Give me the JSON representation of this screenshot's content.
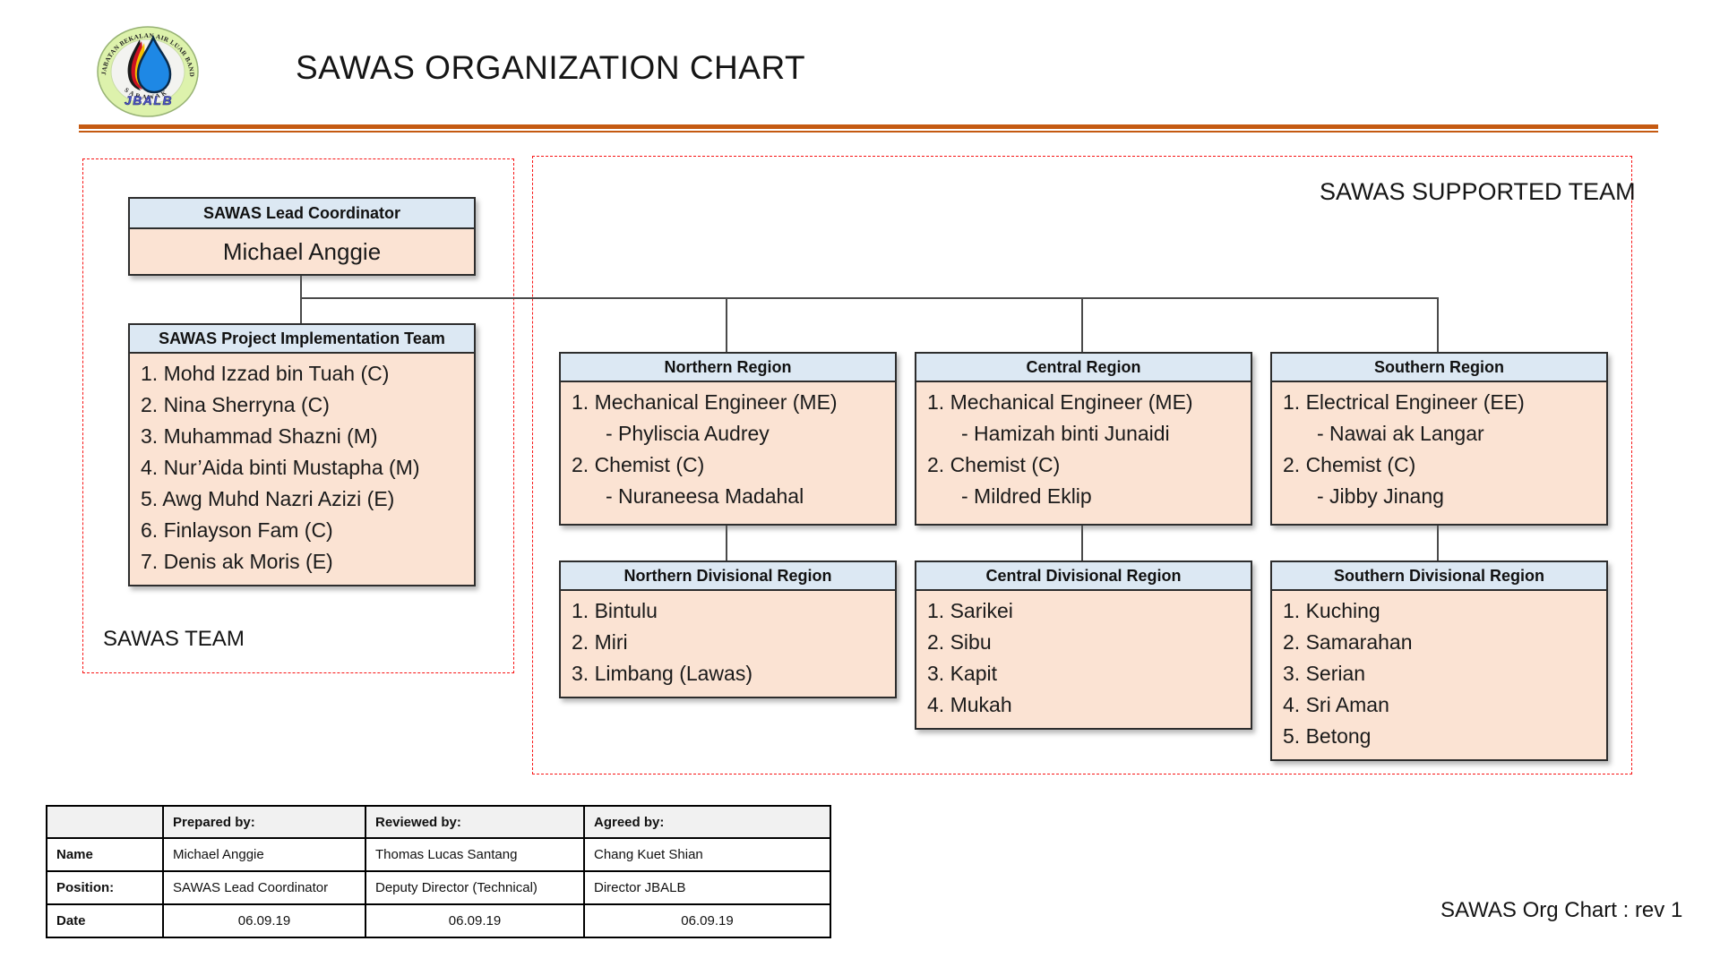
{
  "header": {
    "title": "SAWAS ORGANIZATION CHART",
    "logo": {
      "ring_text_top": "JABATAN BEKALAN AIR LUAR BANDAR",
      "ring_text_bottom": "SARAWAK",
      "acronym": "JBALB",
      "ring_color": "#ddf2ac",
      "drop_color": "#1e88e5",
      "acronym_color": "#4d59cc"
    }
  },
  "sawas_team": {
    "label": "SAWAS TEAM",
    "lead": {
      "title": "SAWAS Lead Coordinator",
      "name": "Michael Anggie"
    },
    "implementation": {
      "title": "SAWAS Project Implementation Team",
      "members": [
        "1. Mohd Izzad bin Tuah (C)",
        "2. Nina Sherryna (C)",
        "3. Muhammad Shazni (M)",
        "4. Nur’Aida binti Mustapha (M)",
        "5. Awg Muhd Nazri Azizi (E)",
        "6. Finlayson Fam (C)",
        "7. Denis ak Moris (E)"
      ]
    }
  },
  "supported_team": {
    "label": "SAWAS SUPPORTED TEAM",
    "regions": [
      {
        "title": "Northern Region",
        "items": [
          {
            "text": "1. Mechanical Engineer (ME)"
          },
          {
            "text": "- Phyliscia Audrey",
            "indent": true
          },
          {
            "text": "2. Chemist (C)"
          },
          {
            "text": "- Nuraneesa Madahal",
            "indent": true
          }
        ]
      },
      {
        "title": "Central Region",
        "items": [
          {
            "text": "1. Mechanical Engineer (ME)"
          },
          {
            "text": "- Hamizah binti Junaidi",
            "indent": true
          },
          {
            "text": "2. Chemist (C)"
          },
          {
            "text": "- Mildred Eklip",
            "indent": true
          }
        ]
      },
      {
        "title": "Southern Region",
        "items": [
          {
            "text": "1. Electrical Engineer (EE)"
          },
          {
            "text": "- Nawai ak Langar",
            "indent": true
          },
          {
            "text": "2. Chemist (C)"
          },
          {
            "text": "- Jibby Jinang",
            "indent": true
          }
        ]
      }
    ],
    "divisions": [
      {
        "title": "Northern Divisional Region",
        "items": [
          "1. Bintulu",
          "2. Miri",
          "3. Limbang (Lawas)"
        ]
      },
      {
        "title": "Central Divisional Region",
        "items": [
          "1. Sarikei",
          "2. Sibu",
          "3. Kapit",
          "4. Mukah"
        ]
      },
      {
        "title": "Southern Divisional Region",
        "items": [
          "1. Kuching",
          "2. Samarahan",
          "3. Serian",
          "4. Sri Aman",
          "5. Betong"
        ]
      }
    ]
  },
  "approval_table": {
    "columns": [
      "",
      "Prepared by:",
      "Reviewed by:",
      "Agreed  by:"
    ],
    "rows": [
      {
        "label": "Name",
        "values": [
          "Michael Anggie",
          "Thomas Lucas Santang",
          "Chang Kuet Shian"
        ]
      },
      {
        "label": "Position:",
        "values": [
          "SAWAS Lead Coordinator",
          "Deputy Director (Technical)",
          "Director JBALB"
        ]
      },
      {
        "label": "Date",
        "values": [
          "06.09.19",
          "06.09.19",
          "06.09.19"
        ]
      }
    ]
  },
  "footer": {
    "revision": "SAWAS Org Chart : rev 1"
  },
  "colors": {
    "accent_rule": "#c55a11",
    "box_header_fill": "#dce8f3",
    "box_body_fill": "#fbe3d3",
    "box_border": "#2d2d2d",
    "dashed_frame": "#f81414",
    "connector": "#4a4a4a",
    "table_header_fill": "#f1f1f1"
  }
}
